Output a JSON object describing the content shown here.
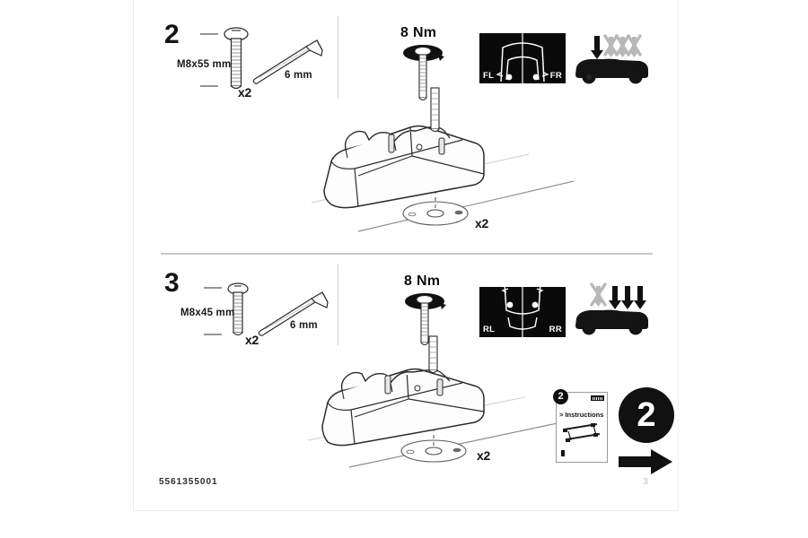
{
  "document": {
    "part_number": "5561355001",
    "page_number": "3"
  },
  "steps": [
    {
      "number": "2",
      "parts": {
        "bolt_label": "M8x55 mm",
        "bolt_qty": "x2",
        "key_label": "6 mm"
      },
      "torque": "8 Nm",
      "position_panel": {
        "left_label": "FL",
        "right_label": "FR",
        "view": "front-roof-view"
      },
      "car_icon": {
        "active_position": "front",
        "blocked_positions": "rear"
      },
      "assembly_qty": "x2"
    },
    {
      "number": "3",
      "parts": {
        "bolt_label": "M8x45 mm",
        "bolt_qty": "x2",
        "key_label": "6 mm"
      },
      "torque": "8 Nm",
      "position_panel": {
        "left_label": "RL",
        "right_label": "RR",
        "view": "rear-roof-view"
      },
      "car_icon": {
        "active_position": "rear",
        "blocked_positions": "front"
      },
      "assembly_qty": "x2"
    }
  ],
  "reference": {
    "badge_number": "2",
    "instructions_label": "> Instructions",
    "circle_number": "2"
  },
  "colors": {
    "ink": "#111111",
    "panel_background": "#0a0a0a",
    "panel_text": "#ffffff",
    "line": "#3a3a3a",
    "muted": "#c2c2c2",
    "blocked": "#b8b8b8"
  }
}
